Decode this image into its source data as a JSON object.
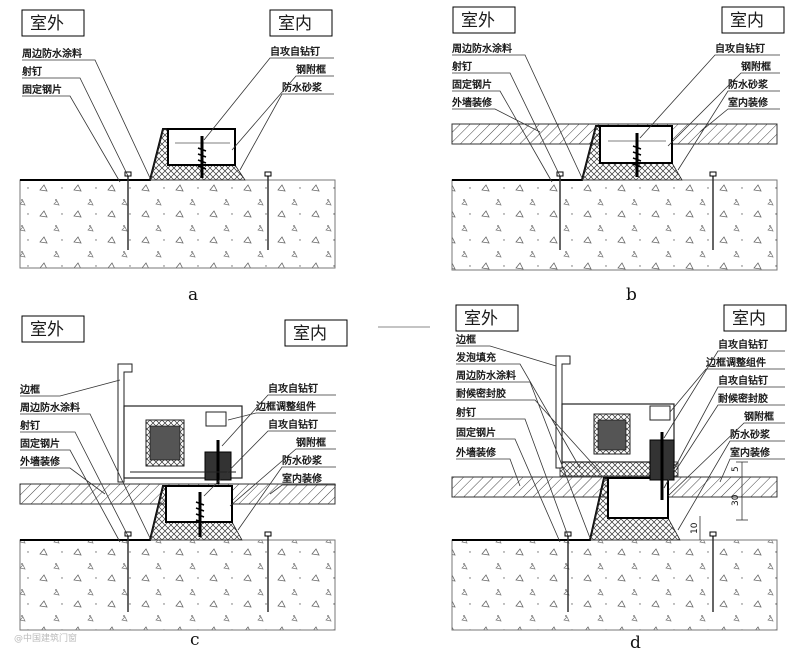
{
  "panels": {
    "a": {
      "caption": "a",
      "outside": "室外",
      "inside": "室内",
      "left_labels": [
        "周边防水涂料",
        "射钉",
        "固定钢片"
      ],
      "right_labels": [
        "自攻自钻钉",
        "钢附框",
        "防水砂浆"
      ]
    },
    "b": {
      "caption": "b",
      "outside": "室外",
      "inside": "室内",
      "left_labels": [
        "周边防水涂料",
        "射钉",
        "固定钢片",
        "外墙装修"
      ],
      "right_labels": [
        "自攻自钻钉",
        "钢附框",
        "防水砂浆",
        "室内装修"
      ]
    },
    "c": {
      "caption": "c",
      "outside": "室外",
      "inside": "室内",
      "left_labels": [
        "边框",
        "周边防水涂料",
        "射钉",
        "固定钢片",
        "外墙装修"
      ],
      "right_labels": [
        "自攻自钻钉",
        "边框调整组件",
        "自攻自钻钉",
        "钢附框",
        "防水砂浆",
        "室内装修"
      ]
    },
    "d": {
      "caption": "d",
      "outside": "室外",
      "inside": "室内",
      "left_labels": [
        "边框",
        "发泡填充",
        "周边防水涂料",
        "耐候密封胶",
        "射钉",
        "固定钢片",
        "外墙装修"
      ],
      "right_labels": [
        "自攻自钻钉",
        "边框调整组件",
        "自攻自钻钉",
        "耐候密封胶",
        "钢附框",
        "防水砂浆",
        "室内装修"
      ],
      "dimensions": [
        "5",
        "30",
        "10"
      ]
    }
  },
  "watermark": "@中国建筑门窗"
}
